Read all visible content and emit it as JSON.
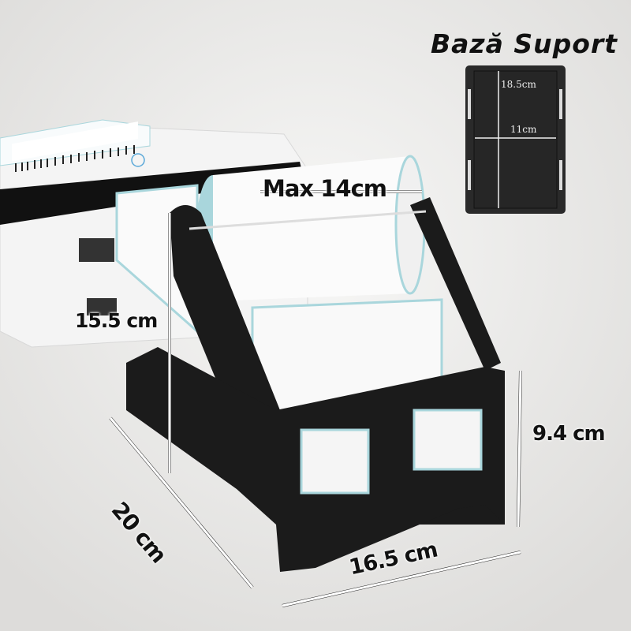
{
  "base_panel": {
    "title": "Bază Suport",
    "length": "18.5cm",
    "width": "11cm"
  },
  "dimensions": {
    "roll_width": "Max 14cm",
    "height": "15.5 cm",
    "depth": "20 cm",
    "front_height": "9.4 cm",
    "front_width": "16.5 cm"
  },
  "colors": {
    "holder": "#1b1b1b",
    "label_edge": "#a9d6dc",
    "background": "#ecebea"
  }
}
